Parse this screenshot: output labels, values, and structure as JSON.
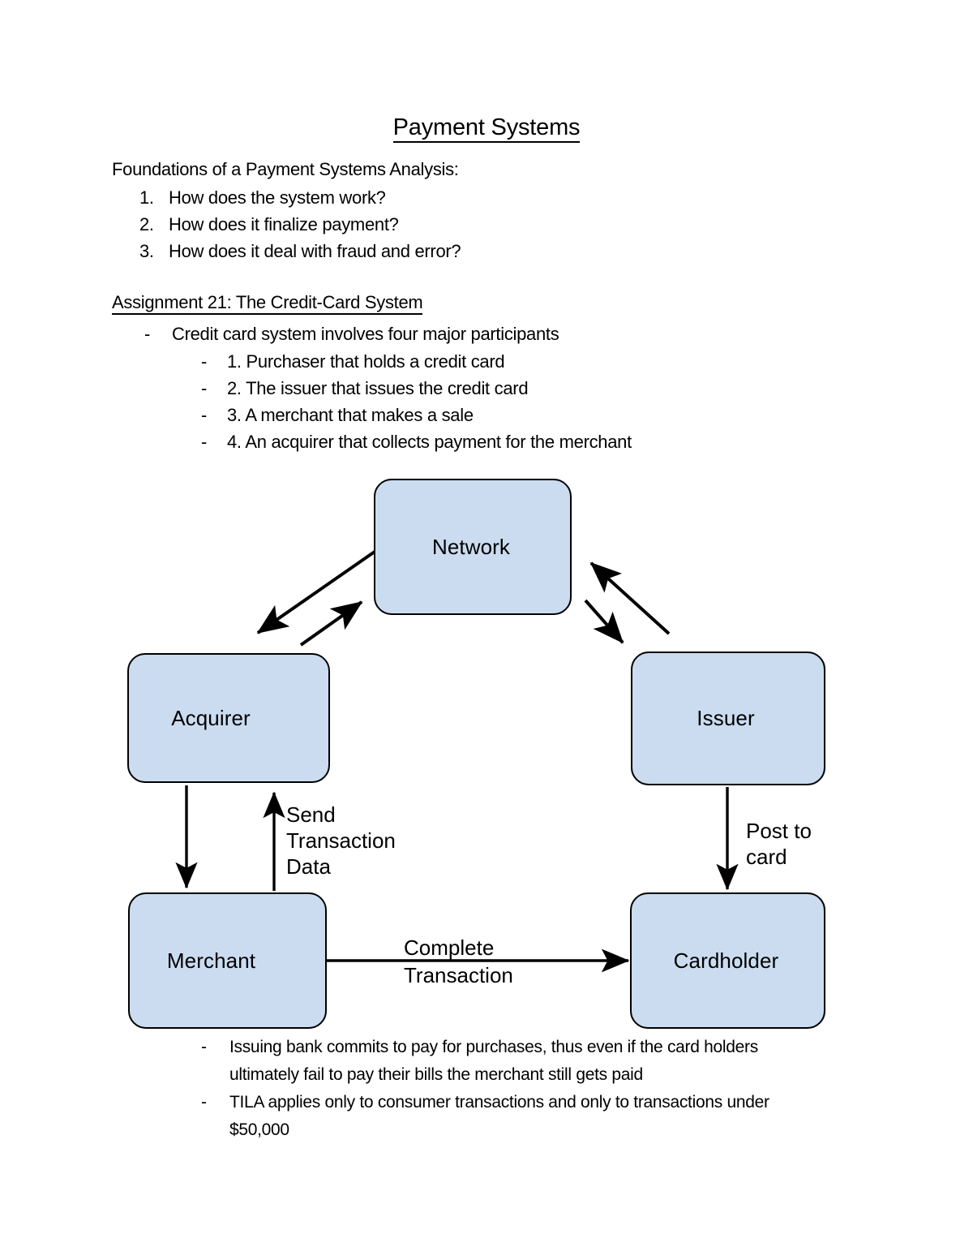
{
  "document": {
    "title": "Payment Systems",
    "intro": "Foundations of a Payment Systems Analysis:",
    "numbered_list": [
      {
        "marker": "1.",
        "text": "How does the system work?"
      },
      {
        "marker": "2.",
        "text": "How does it finalize payment?"
      },
      {
        "marker": "3.",
        "text": "How does it deal with fraud and error?"
      }
    ],
    "section_heading": "Assignment 21: The Credit-Card System",
    "bullet_top": {
      "marker": "-",
      "text": "Credit card system involves four major participants"
    },
    "sub_bullets": [
      {
        "marker": "-",
        "text": "1. Purchaser that holds a credit card"
      },
      {
        "marker": "-",
        "text": "2. The issuer that issues the credit card"
      },
      {
        "marker": "-",
        "text": "3. A merchant that makes a sale"
      },
      {
        "marker": "-",
        "text": "4. An acquirer that collects payment for the merchant"
      }
    ],
    "footer_bullets": [
      {
        "marker": "-",
        "text": "Issuing bank commits to pay for purchases, thus even if the card holders ultimately fail to pay their bills the merchant still gets paid"
      },
      {
        "marker": "-",
        "text": "TILA applies only to consumer transactions and only to transactions under $50,000"
      }
    ]
  },
  "diagram": {
    "node_fill": "#cbdcf0",
    "node_border": "#000000",
    "nodes": [
      {
        "id": "network",
        "label": "Network"
      },
      {
        "id": "acquirer",
        "label": "Acquirer"
      },
      {
        "id": "issuer",
        "label": "Issuer"
      },
      {
        "id": "merchant",
        "label": "Merchant"
      },
      {
        "id": "cardholder",
        "label": "Cardholder"
      }
    ],
    "edge_labels": {
      "send_transaction_data": "Send\nTransaction\nData",
      "post_to_card": "Post to\ncard",
      "complete_line1": "Complete",
      "complete_line2": "Transaction"
    }
  }
}
